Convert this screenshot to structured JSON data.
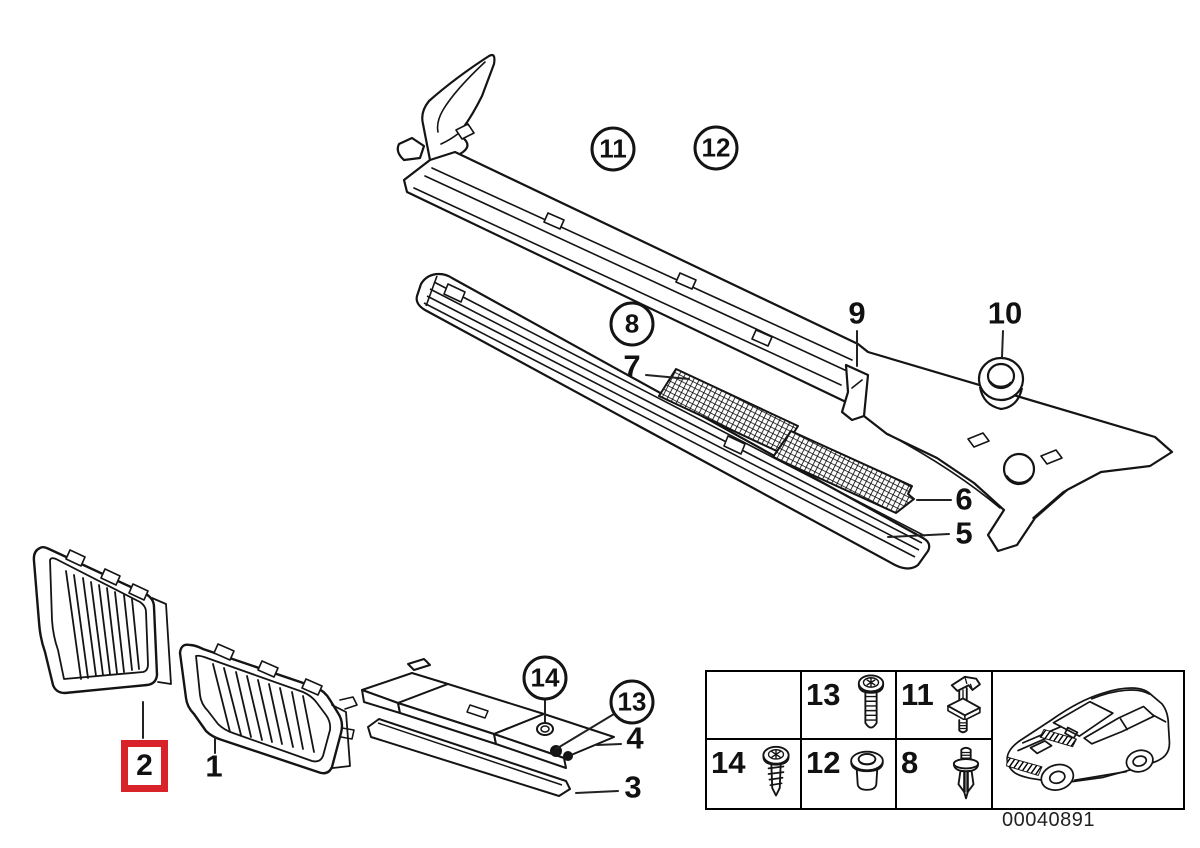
{
  "figure": {
    "kind": "exploded-parts-diagram",
    "drawing_number": "00040891",
    "highlight_color": "#d8232a",
    "callouts": {
      "c1": {
        "label": "1",
        "style": "plain"
      },
      "c2": {
        "label": "2",
        "style": "highlighted-box"
      },
      "c3": {
        "label": "3",
        "style": "plain"
      },
      "c4": {
        "label": "4",
        "style": "plain"
      },
      "c5": {
        "label": "5",
        "style": "plain"
      },
      "c6": {
        "label": "6",
        "style": "plain"
      },
      "c7": {
        "label": "7",
        "style": "plain"
      },
      "c8": {
        "label": "8",
        "style": "circled"
      },
      "c9": {
        "label": "9",
        "style": "plain"
      },
      "c10": {
        "label": "10",
        "style": "plain"
      },
      "c11": {
        "label": "11",
        "style": "circled"
      },
      "c12": {
        "label": "12",
        "style": "circled"
      },
      "c13": {
        "label": "13",
        "style": "circled"
      },
      "c14": {
        "label": "14",
        "style": "circled"
      }
    },
    "legend_table": {
      "cells": [
        {
          "label": "",
          "icon": ""
        },
        {
          "label": "13",
          "icon": "torx-screw-icon"
        },
        {
          "label": "11",
          "icon": "expansion-clip-icon"
        },
        {
          "label": "14",
          "icon": "self-tapping-screw-icon"
        },
        {
          "label": "12",
          "icon": "grommet-icon"
        },
        {
          "label": "8",
          "icon": "expanding-rivet-icon"
        }
      ],
      "car_icon": "car-location-icon"
    }
  }
}
